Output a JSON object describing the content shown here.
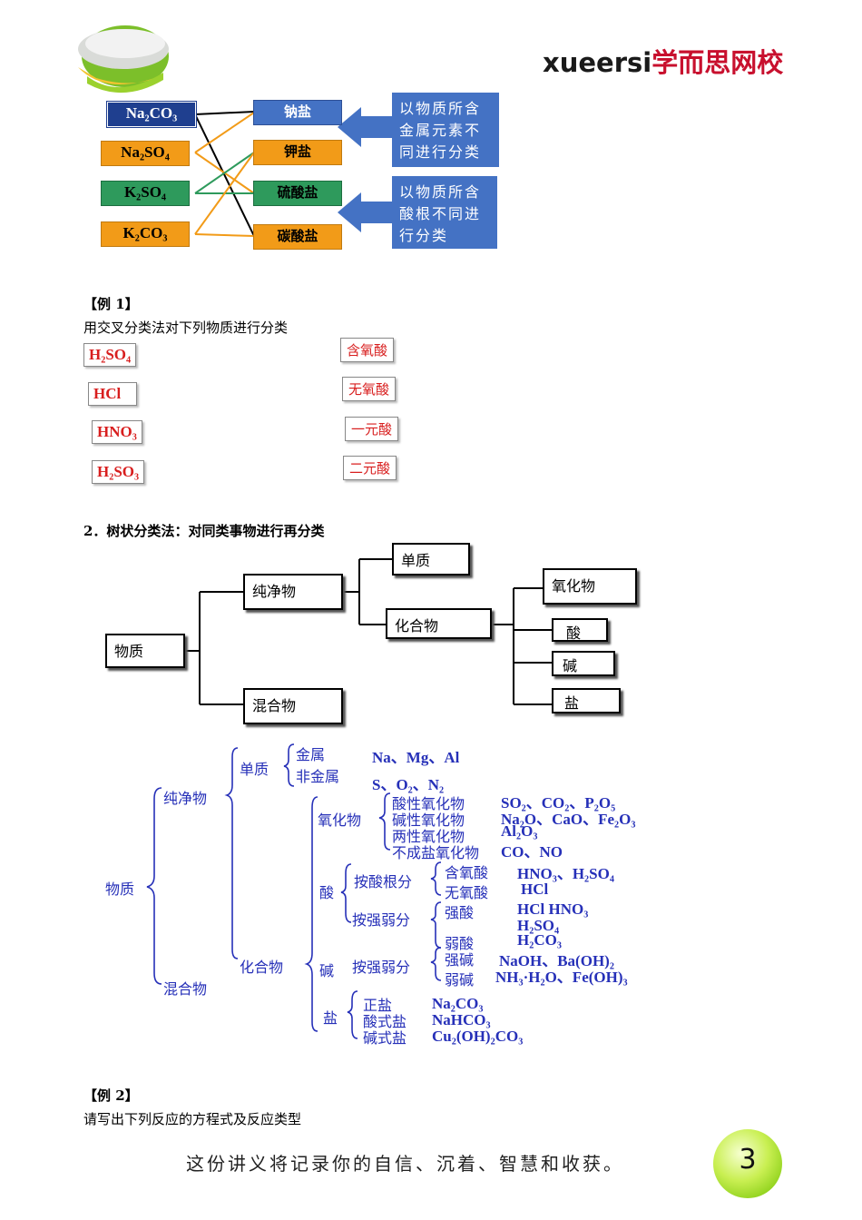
{
  "header": {
    "brand_en": "xueersi",
    "brand_cn": "学而思网校"
  },
  "figure1": {
    "compounds": [
      "Na₂CO₃",
      "Na₂SO₄",
      "K₂SO₄",
      "K₂CO₃"
    ],
    "categories": [
      "钠盐",
      "钾盐",
      "硫酸盐",
      "碳酸盐"
    ],
    "note_metal": "以物质所含金属元素不同进行分类",
    "note_acid": "以物质所含酸根不同进行分类",
    "colors": {
      "navy": "#1f3f8f",
      "orange": "#f29b18",
      "green": "#2e9a5c",
      "blue": "#4472c4"
    }
  },
  "example1": {
    "title": "【例 1】",
    "prompt": "用交叉分类法对下列物质进行分类",
    "substances": [
      "H₂SO₄",
      "HCl",
      "HNO₃",
      "H₂SO₃"
    ],
    "classes": [
      "含氧酸",
      "无氧酸",
      "一元酸",
      "二元酸"
    ]
  },
  "section2": {
    "heading": "2．树状分类法：对同类事物进行再分类"
  },
  "tree1": {
    "root": "物质",
    "pure": "纯净物",
    "mixture": "混合物",
    "element": "单质",
    "compound": "化合物",
    "oxide": "氧化物",
    "acid": "酸",
    "base": "碱",
    "salt": "盐"
  },
  "tree2": {
    "root": "物质",
    "pure": "纯净物",
    "mixture": "混合物",
    "element": "单质",
    "metal": "金属",
    "nonmetal": "非金属",
    "metal_ex": "Na、Mg、Al",
    "nonmetal_ex": "S、O₂、N₂",
    "compound": "化合物",
    "oxide": "氧化物",
    "acidic_oxide": "酸性氧化物",
    "acidic_oxide_ex": "SO₂、CO₂、P₂O₅",
    "basic_oxide": "碱性氧化物",
    "basic_oxide_ex": "Na₂O、CaO、Fe₂O₃",
    "amphoteric_oxide": "两性氧化物",
    "amphoteric_oxide_ex": "Al₂O₃",
    "neutral_oxide": "不成盐氧化物",
    "neutral_oxide_ex": "CO、NO",
    "acid": "酸",
    "by_radical": "按酸根分",
    "oxyacid": "含氧酸",
    "oxyacid_ex": "HNO₃、H₂SO₄",
    "nonoxyacid": "无氧酸",
    "nonoxyacid_ex": "HCl",
    "by_strength": "按强弱分",
    "strong_acid": "强酸",
    "strong_acid_ex1": "HCl HNO₃",
    "strong_acid_ex2": "H₂SO₄",
    "weak_acid": "弱酸",
    "weak_acid_ex": "H₂CO₃",
    "base": "碱",
    "by_strength_base": "按强弱分",
    "strong_base": "强碱",
    "strong_base_ex": "NaOH、Ba(OH)₂",
    "weak_base": "弱碱",
    "weak_base_ex": "NH₃·H₂O、Fe(OH)₃",
    "salt": "盐",
    "normal_salt": "正盐",
    "normal_salt_ex": "Na₂CO₃",
    "acid_salt": "酸式盐",
    "acid_salt_ex": "NaHCO₃",
    "basic_salt": "碱式盐",
    "basic_salt_ex": "Cu₂(OH)₂CO₃",
    "color": "#2630b8"
  },
  "example2": {
    "title": "【例 2】",
    "prompt": "请写出下列反应的方程式及反应类型"
  },
  "footer": {
    "motto": "这份讲义将记录你的自信、沉着、智慧和收获。",
    "page_number": "3"
  }
}
